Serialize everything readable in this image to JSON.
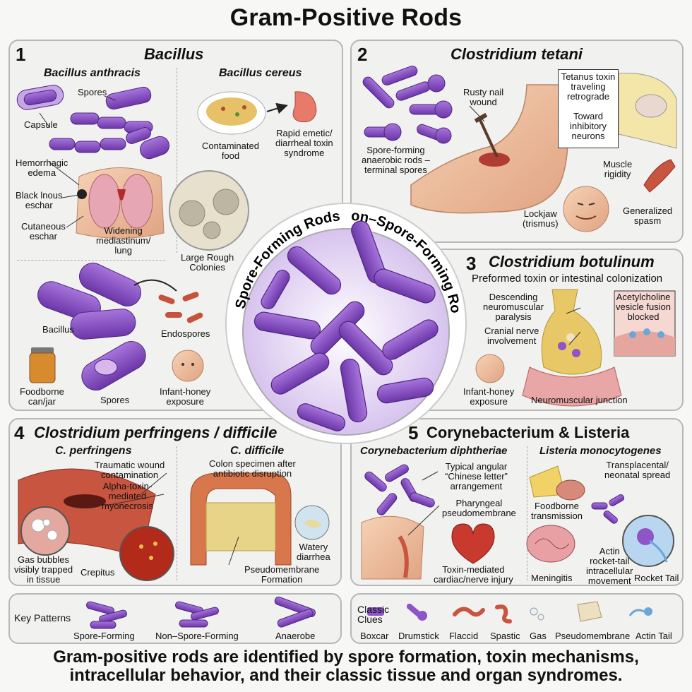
{
  "title": "Gram-Positive Rods",
  "center": {
    "arc_left": "Spore-Forming Rods",
    "arc_right": "Non–Spore-Forming Rods"
  },
  "panel1": {
    "num": "1",
    "title": "Bacillus",
    "anthracis": {
      "title": "Bacillus anthracis",
      "spores": "Spores",
      "capsule": "Capsule",
      "hemorrhagic": "Hemorrhagic\nedema",
      "black": "Black lnous\neschar",
      "cutaneous": "Cutaneous\neschar",
      "widening": "Widening\nmediastinum/\nlung"
    },
    "cereus": {
      "title": "Bacillus cereus",
      "contaminated": "Contaminated\nfood",
      "rapid": "Rapid emetic/\ndiarrheal toxin\nsyndrome"
    },
    "colonies": "Large Rough\nColonies",
    "lower": {
      "bacillus": "Bacillus",
      "endospores": "Endospores",
      "foodborne": "Foodborne\ncan/jar",
      "spores": "Spores",
      "infant": "Infant-honey\nexposure"
    }
  },
  "panel2": {
    "num": "2",
    "title": "Clostridium tetani",
    "rusty": "Rusty nail\nwound",
    "spore_forming": "Spore-forming\nanaerobic rods –\nterminal spores",
    "box": "Tetanus toxin\ntraveling\nretrograde\n\nToward\ninhibitory\nneurons",
    "muscle": "Muscle\nrigidity",
    "lockjaw": "Lockjaw\n(trismus)",
    "generalized": "Generalized\nspasm"
  },
  "panel3": {
    "num": "3",
    "title": "Clostridium botulinum",
    "subtitle": "Preformed toxin or intestinal colonization",
    "descending": "Descending\nneuromuscular\nparalysis",
    "cranial": "Cranial nerve\ninvolvement",
    "acetyl": "Acetylcholine\nvesicle fusion\nblocked",
    "infant": "Infant-honey\nexposure",
    "nmj": "Neuromuscular junction"
  },
  "panel4": {
    "num": "4",
    "title": "Clostridium perfringens / difficile",
    "perf": "C. perfringens",
    "traumatic": "Traumatic wound\ncontamination",
    "alpha": "Alpha-toxin-\nmediated\nmyonecrosis",
    "gas": "Gas bubbles\nvisibly trapped\nin tissue",
    "crepitus": "Crepitus",
    "diff": "C. difficile",
    "colon": "Colon specimen after\nantibiotic disruption",
    "watery": "Watery\ndiarrhea",
    "pseudo": "Pseudomembrane\nFormation"
  },
  "panel5": {
    "num": "5",
    "title": "Corynebacterium & Listeria",
    "cory": "Corynebacterium diphtheriae",
    "typical": "Typical angular\n“Chinese letter”\narrangement",
    "pharyngeal": "Pharyngeal\npseudomembrane",
    "toxin": "Toxin-mediated\ncardiac/nerve injury",
    "listeria": "Listeria monocytogenes",
    "transplacental": "Transplacental/\nneonatal spread",
    "foodborne": "Foodborne\ntransmission",
    "meningitis": "Meningitis",
    "actin": "Actin\nrocket-tail\nintracellular\nmovement",
    "rocket": "Rocket Tail"
  },
  "key": {
    "title": "Key Patterns",
    "items": [
      "Spore-Forming",
      "Non–Spore-Forming",
      "Anaerobe"
    ]
  },
  "clues": {
    "title": "Classic\nClues",
    "items": [
      "Boxcar",
      "Drumstick",
      "Flaccid",
      "Spastic",
      "Gas",
      "Pseudomembrane",
      "Actin Tail"
    ]
  },
  "footer": "Gram-positive rods are identified by spore formation, toxin mechanisms,\nintracellular behavior, and their classic tissue and organ syndromes.",
  "colors": {
    "rod": "#8e55c8",
    "rod_dark": "#5e2f96",
    "tissue": "#c8553f",
    "border": "#b7b7b7"
  }
}
